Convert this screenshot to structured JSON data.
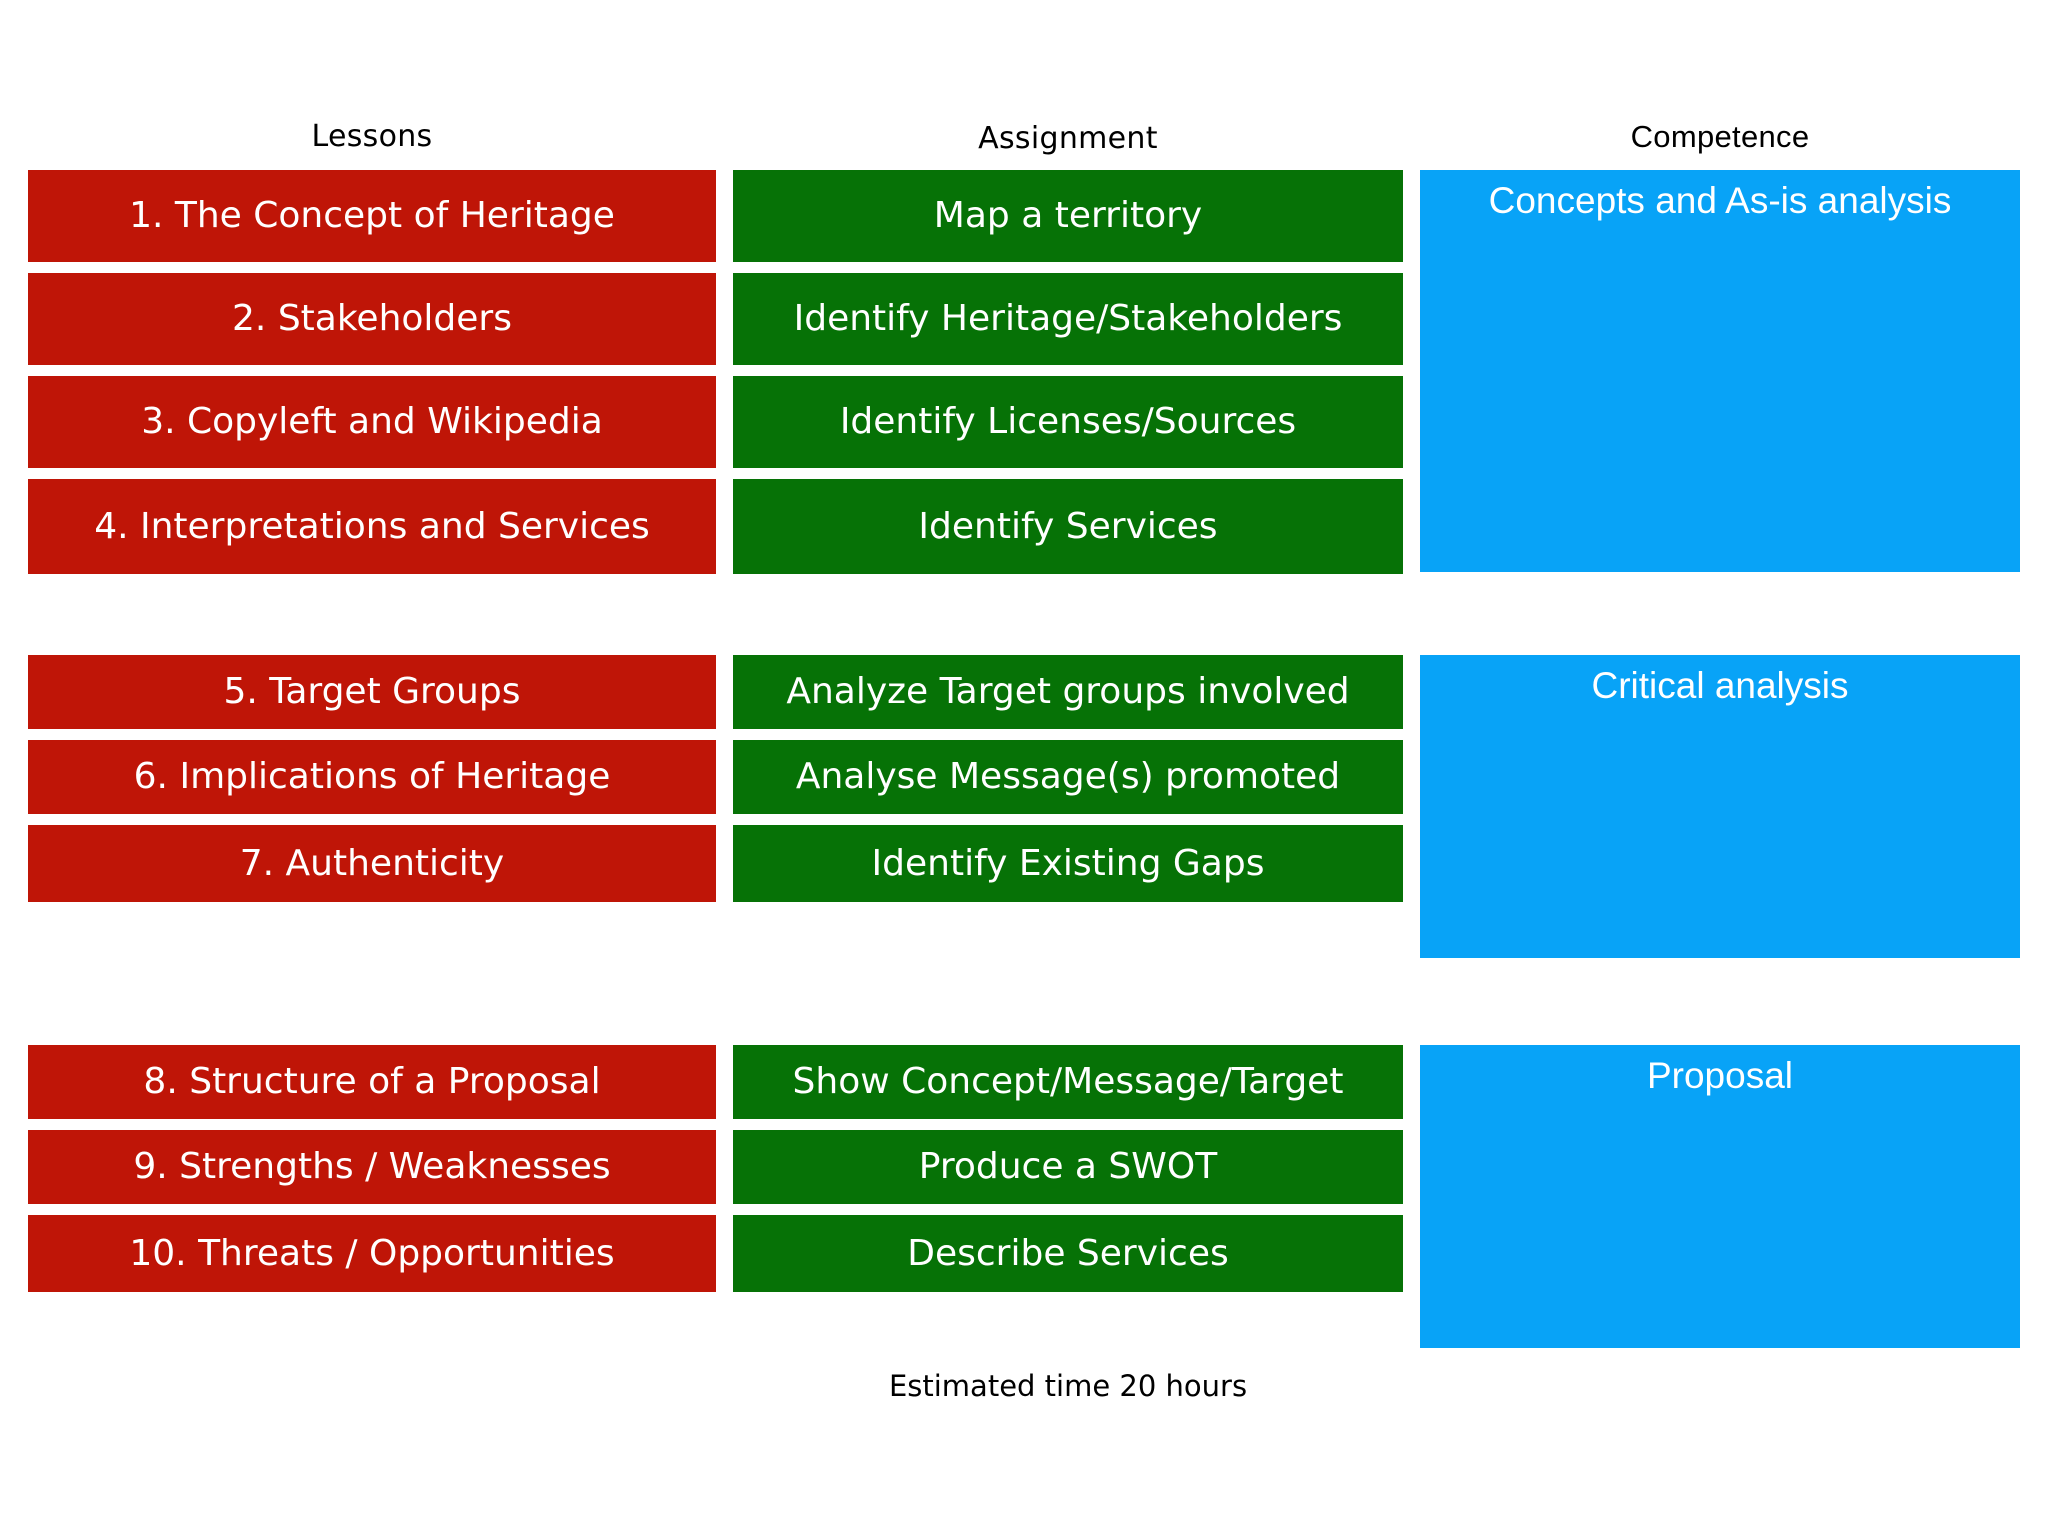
{
  "headers": {
    "lessons": "Lessons",
    "assignment": "Assignment",
    "competence": "Competence"
  },
  "colors": {
    "lesson_box": "#bf1507",
    "assignment_box": "#067206",
    "competence_box": "#08a3f7",
    "box_text": "#ffffff",
    "header_text": "#000000",
    "background": "#ffffff"
  },
  "groups": [
    {
      "lessons": [
        "1. The Concept of Heritage",
        "2. Stakeholders",
        "3. Copyleft and Wikipedia",
        "4. Interpretations and Services"
      ],
      "assignments": [
        "Map a territory",
        "Identify Heritage/Stakeholders",
        "Identify Licenses/Sources",
        "Identify Services"
      ],
      "competence": "Concepts and As-is analysis"
    },
    {
      "lessons": [
        "5. Target Groups",
        "6. Implications of Heritage",
        "7. Authenticity"
      ],
      "assignments": [
        "Analyze Target groups involved",
        "Analyse Message(s) promoted",
        "Identify Existing Gaps"
      ],
      "competence": "Critical analysis"
    },
    {
      "lessons": [
        "8. Structure of a Proposal",
        "9. Strengths / Weaknesses",
        "10. Threats / Opportunities"
      ],
      "assignments": [
        "Show Concept/Message/Target",
        "Produce a SWOT",
        "Describe Services"
      ],
      "competence": "Proposal"
    }
  ],
  "footnote": "Estimated time 20 hours"
}
